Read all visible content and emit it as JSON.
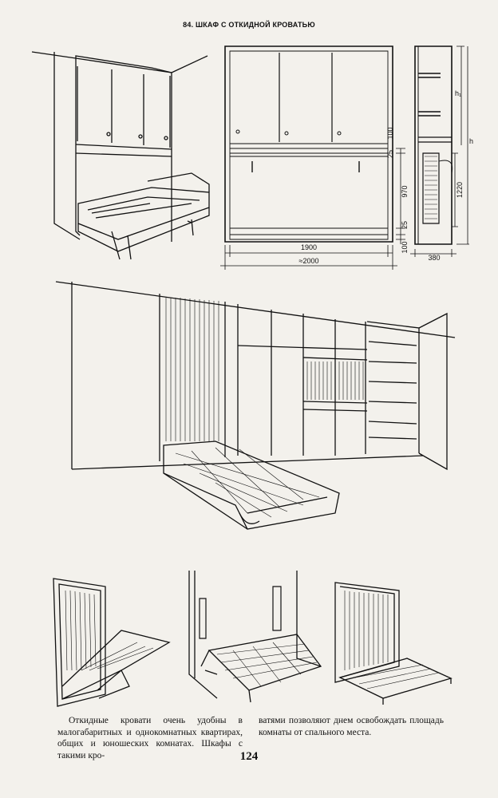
{
  "header": {
    "title": "84. ШКАФ С ОТКИДНОЙ КРОВАТЬЮ"
  },
  "front_view": {
    "width_inner": "1900",
    "width_outer": "≈2000",
    "heights": [
      "100",
      "25",
      "970",
      "25",
      "100"
    ]
  },
  "side_view": {
    "depth": "380",
    "bed_height": "1220",
    "label_h1": "h₁",
    "label_h": "h"
  },
  "caption": {
    "left": "Откидные кровати очень удобны в малогабаритных и однокомнатных квартирах, общих и юношеских комнатах. Шкафы с такими кро-",
    "right": "ватями позволяют днем освобождать площадь комнаты от спального места."
  },
  "page": {
    "number": "124"
  }
}
